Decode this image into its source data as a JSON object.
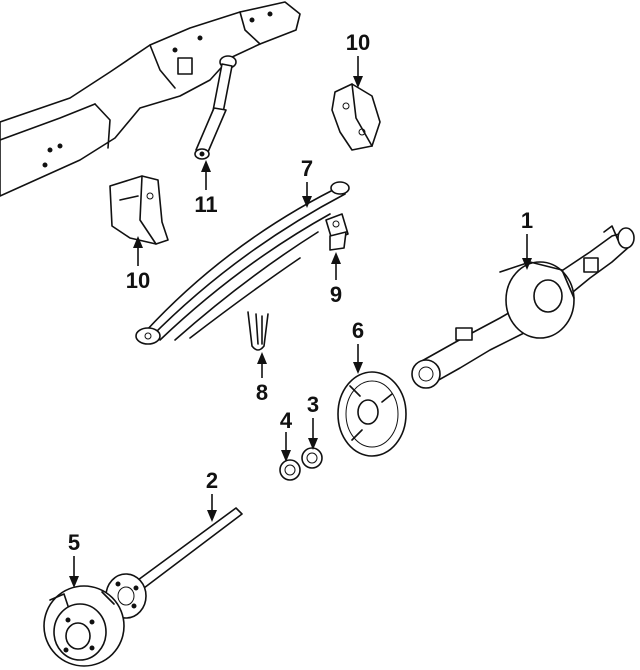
{
  "callouts": {
    "c1": "1",
    "c2": "2",
    "c3": "3",
    "c4": "4",
    "c5": "5",
    "c6": "6",
    "c7": "7",
    "c8": "8",
    "c9": "9",
    "c10_upper": "10",
    "c10_lower": "10",
    "c11": "11"
  }
}
